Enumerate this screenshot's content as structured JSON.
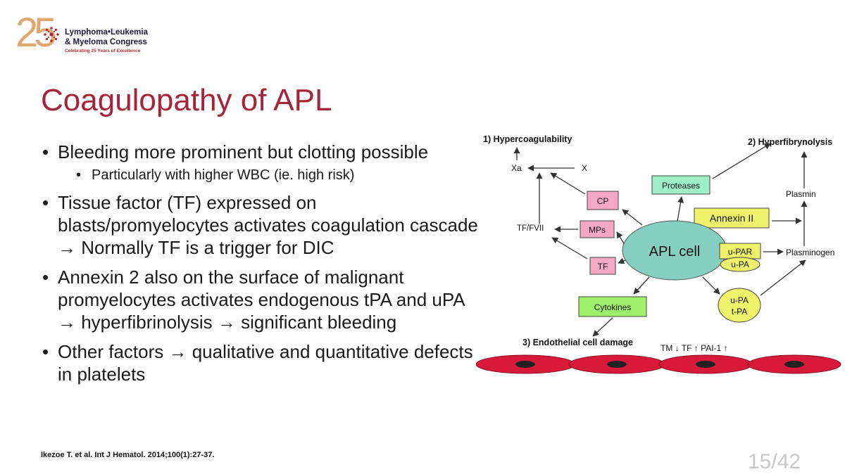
{
  "logo": {
    "number": "25",
    "line1": "Lymphoma•Leukemia",
    "line2": "& Myeloma Congress",
    "tagline": "Celebrating 25 Years of Excellence"
  },
  "slide": {
    "title": "Coagulopathy of APL",
    "bullets": [
      {
        "text": "Bleeding more prominent but clotting possible",
        "sub": "Particularly with higher WBC (ie. high risk)"
      },
      {
        "text": "Tissue factor (TF) expressed on blasts/promyelocytes activates coagulation cascade → Normally TF is a trigger for DIC"
      },
      {
        "text": "Annexin 2 also on the surface of malignant promyelocytes activates endogenous tPA and uPA → hyperfibrinolysis → significant bleeding"
      },
      {
        "text": "Other factors → qualitative and quantitative defects in platelets"
      }
    ],
    "citation": "Ikezoe T. et al. Int J Hematol. 2014;100(1):27-37.",
    "page": "15/42"
  },
  "diagram": {
    "heading1": "1) Hypercoagulability",
    "heading2": "2) Hyperfibrynolysis",
    "heading3": "3) Endothelial cell damage",
    "xa": "Xa",
    "x": "X",
    "tf_fvii": "TF/FVII",
    "cp": "CP",
    "mps": "MPs",
    "tf": "TF",
    "proteases": "Proteases",
    "annexin": "Annexin II",
    "apl_cell": "APL cell",
    "upar": "u-PAR",
    "upa": "u-PA",
    "cytokines": "Cytokines",
    "upa2": "u-PA",
    "tpa": "t-PA",
    "plasmin": "Plasmin",
    "plasminogen": "Plasminogen",
    "markers": "TM ↓  TF ↑  PAI-1 ↑"
  }
}
